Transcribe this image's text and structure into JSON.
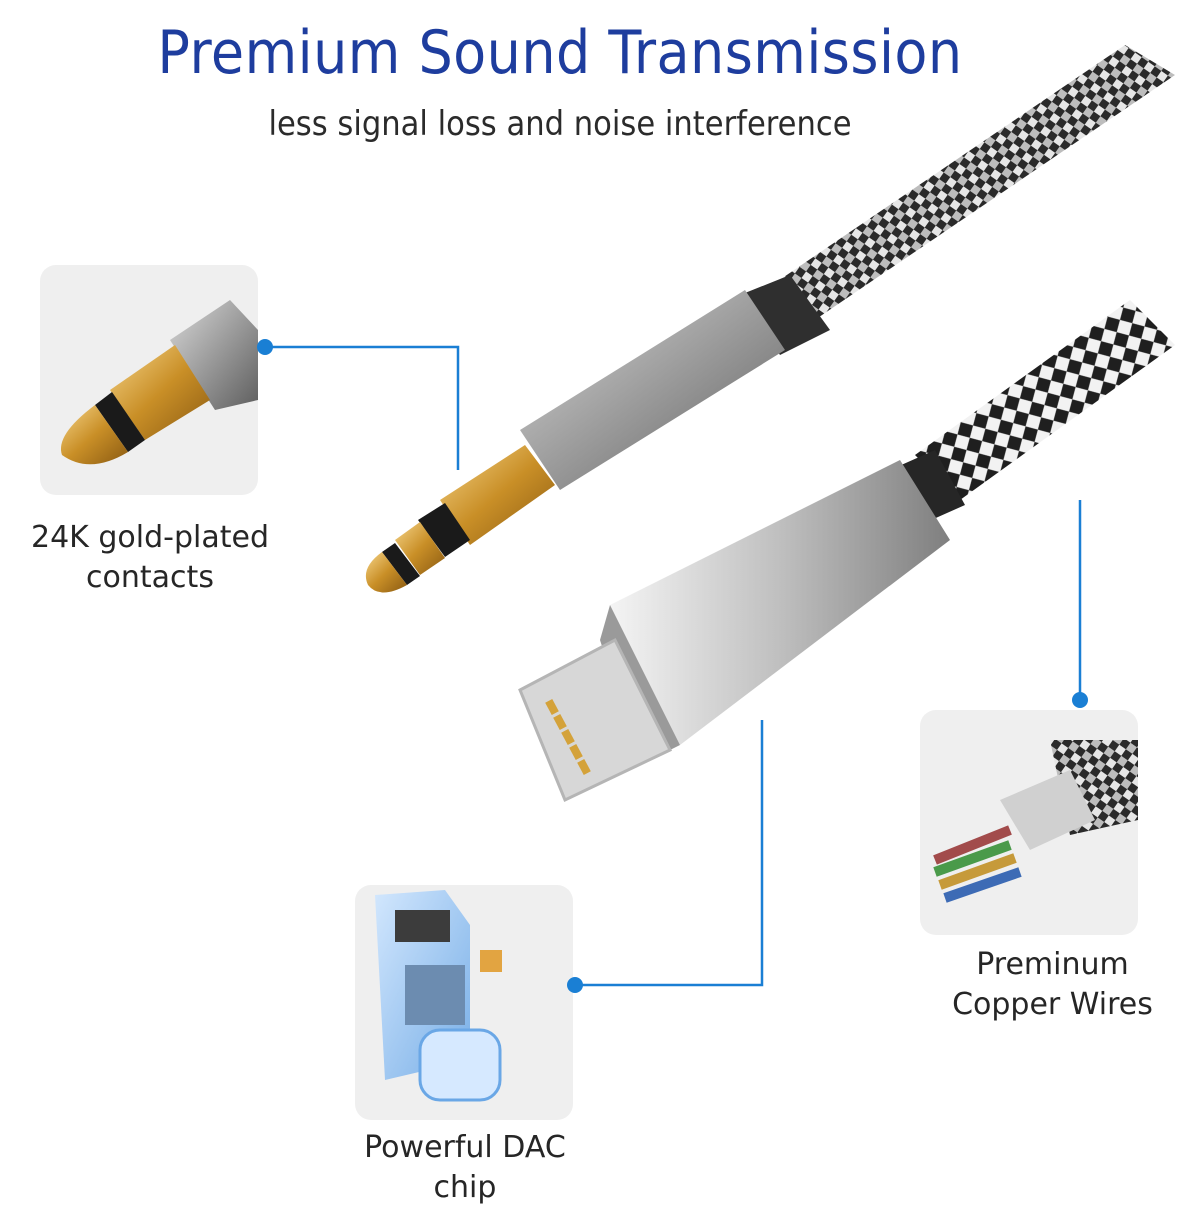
{
  "header": {
    "title": "Premium Sound Transmission",
    "subtitle": "less signal loss and noise interference"
  },
  "callouts": {
    "gold": {
      "line1": "24K gold-plated",
      "line2": "contacts"
    },
    "copper": {
      "line1": "Preminum",
      "line2": "Copper Wires"
    },
    "dac": {
      "line1": "Powerful DAC",
      "line2": "chip"
    }
  },
  "colors": {
    "accent": "#1e3d9e",
    "leader": "#1a7fd4",
    "gold": "#d4a23a"
  }
}
